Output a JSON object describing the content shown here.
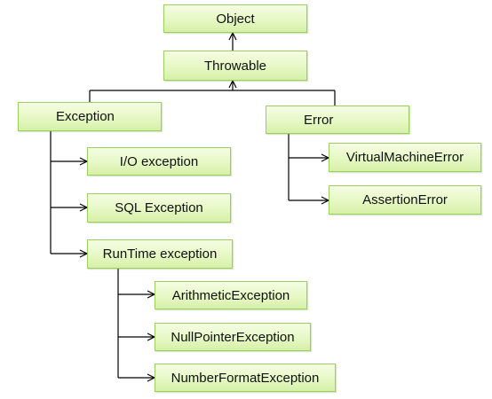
{
  "colors": {
    "node_fill_top": "#f5fde3",
    "node_fill_bottom": "#d6f0a8",
    "node_border": "#9bcf5e",
    "connector": "#000000"
  },
  "nodes": {
    "object": "Object",
    "throwable": "Throwable",
    "exception": "Exception",
    "error": "Error",
    "io_exception": "I/O exception",
    "sql_exception": "SQL Exception",
    "runtime_exception": "RunTime exception",
    "arithmetic_exception": "ArithmeticException",
    "null_pointer_exception": "NullPointerException",
    "number_format_exception": "NumberFormatException",
    "virtual_machine_error": "VirtualMachineError",
    "assertion_error": "AssertionError"
  }
}
